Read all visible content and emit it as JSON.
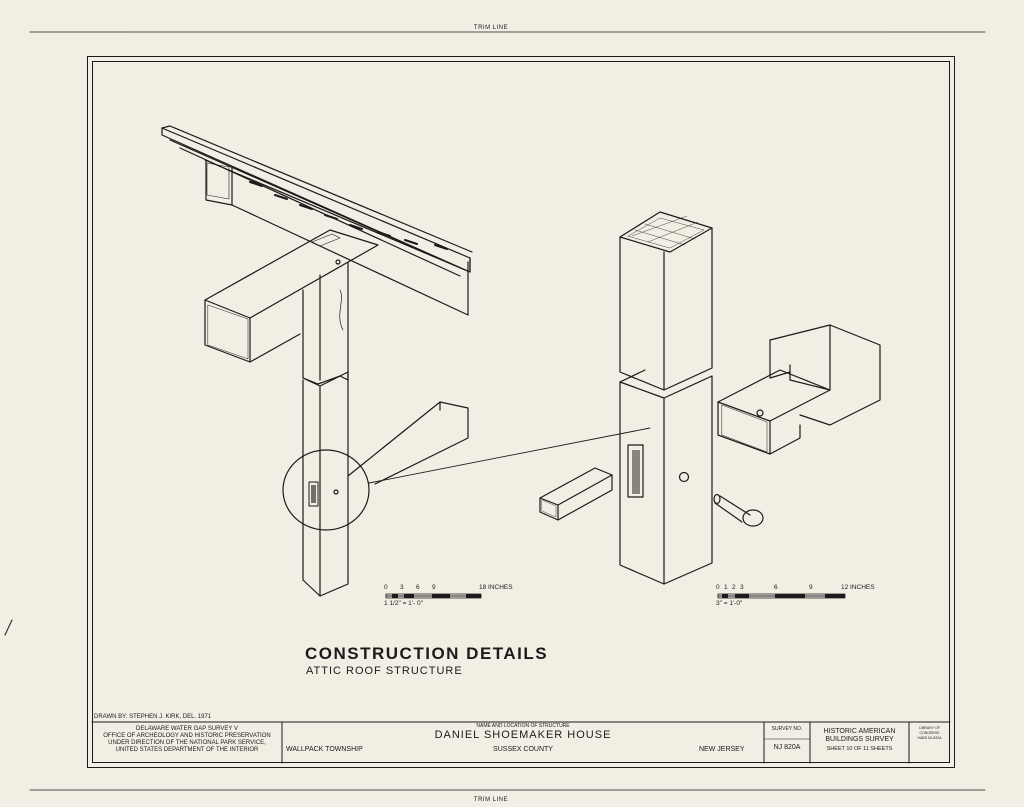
{
  "trim": {
    "top": "TRIM LINE",
    "bottom": "TRIM LINE"
  },
  "title": {
    "main": "CONSTRUCTION DETAILS",
    "sub": "ATTIC ROOF STRUCTURE"
  },
  "scales": {
    "left": {
      "ticks": [
        "0",
        "3",
        "6",
        "9",
        "18 INCHES"
      ],
      "ratio": "1 1/2\" = 1'- 0\""
    },
    "right": {
      "ticks": [
        "0",
        "1",
        "2",
        "3",
        "6",
        "9",
        "12 INCHES"
      ],
      "ratio": "3\" = 1'-0\""
    }
  },
  "title_block": {
    "drawn_by": "DRAWN BY: STEPHEN J. KIRK, DEL. 1971",
    "survey_line1": "DELAWARE WATER GAP SURVEY V",
    "survey_line2": "OFFICE OF ARCHEOLOGY AND HISTORIC PRESERVATION",
    "survey_line3": "UNDER DIRECTION OF THE NATIONAL PARK SERVICE,",
    "survey_line4": "UNITED STATES DEPARTMENT OF THE INTERIOR",
    "name_label": "NAME AND LOCATION OF STRUCTURE",
    "structure_name": "DANIEL SHOEMAKER HOUSE",
    "township": "WALLPACK TOWNSHIP",
    "county": "SUSSEX COUNTY",
    "state": "NEW JERSEY",
    "survey_no_label": "SURVEY NO.",
    "survey_no": "NJ 820A",
    "habs_line1": "HISTORIC AMERICAN",
    "habs_line2": "BUILDINGS SURVEY",
    "sheet": "SHEET 10 OF 11 SHEETS",
    "loc_line1": "LIBRARY OF CONGRESS",
    "loc_line2": "HABS NJ-820A"
  }
}
